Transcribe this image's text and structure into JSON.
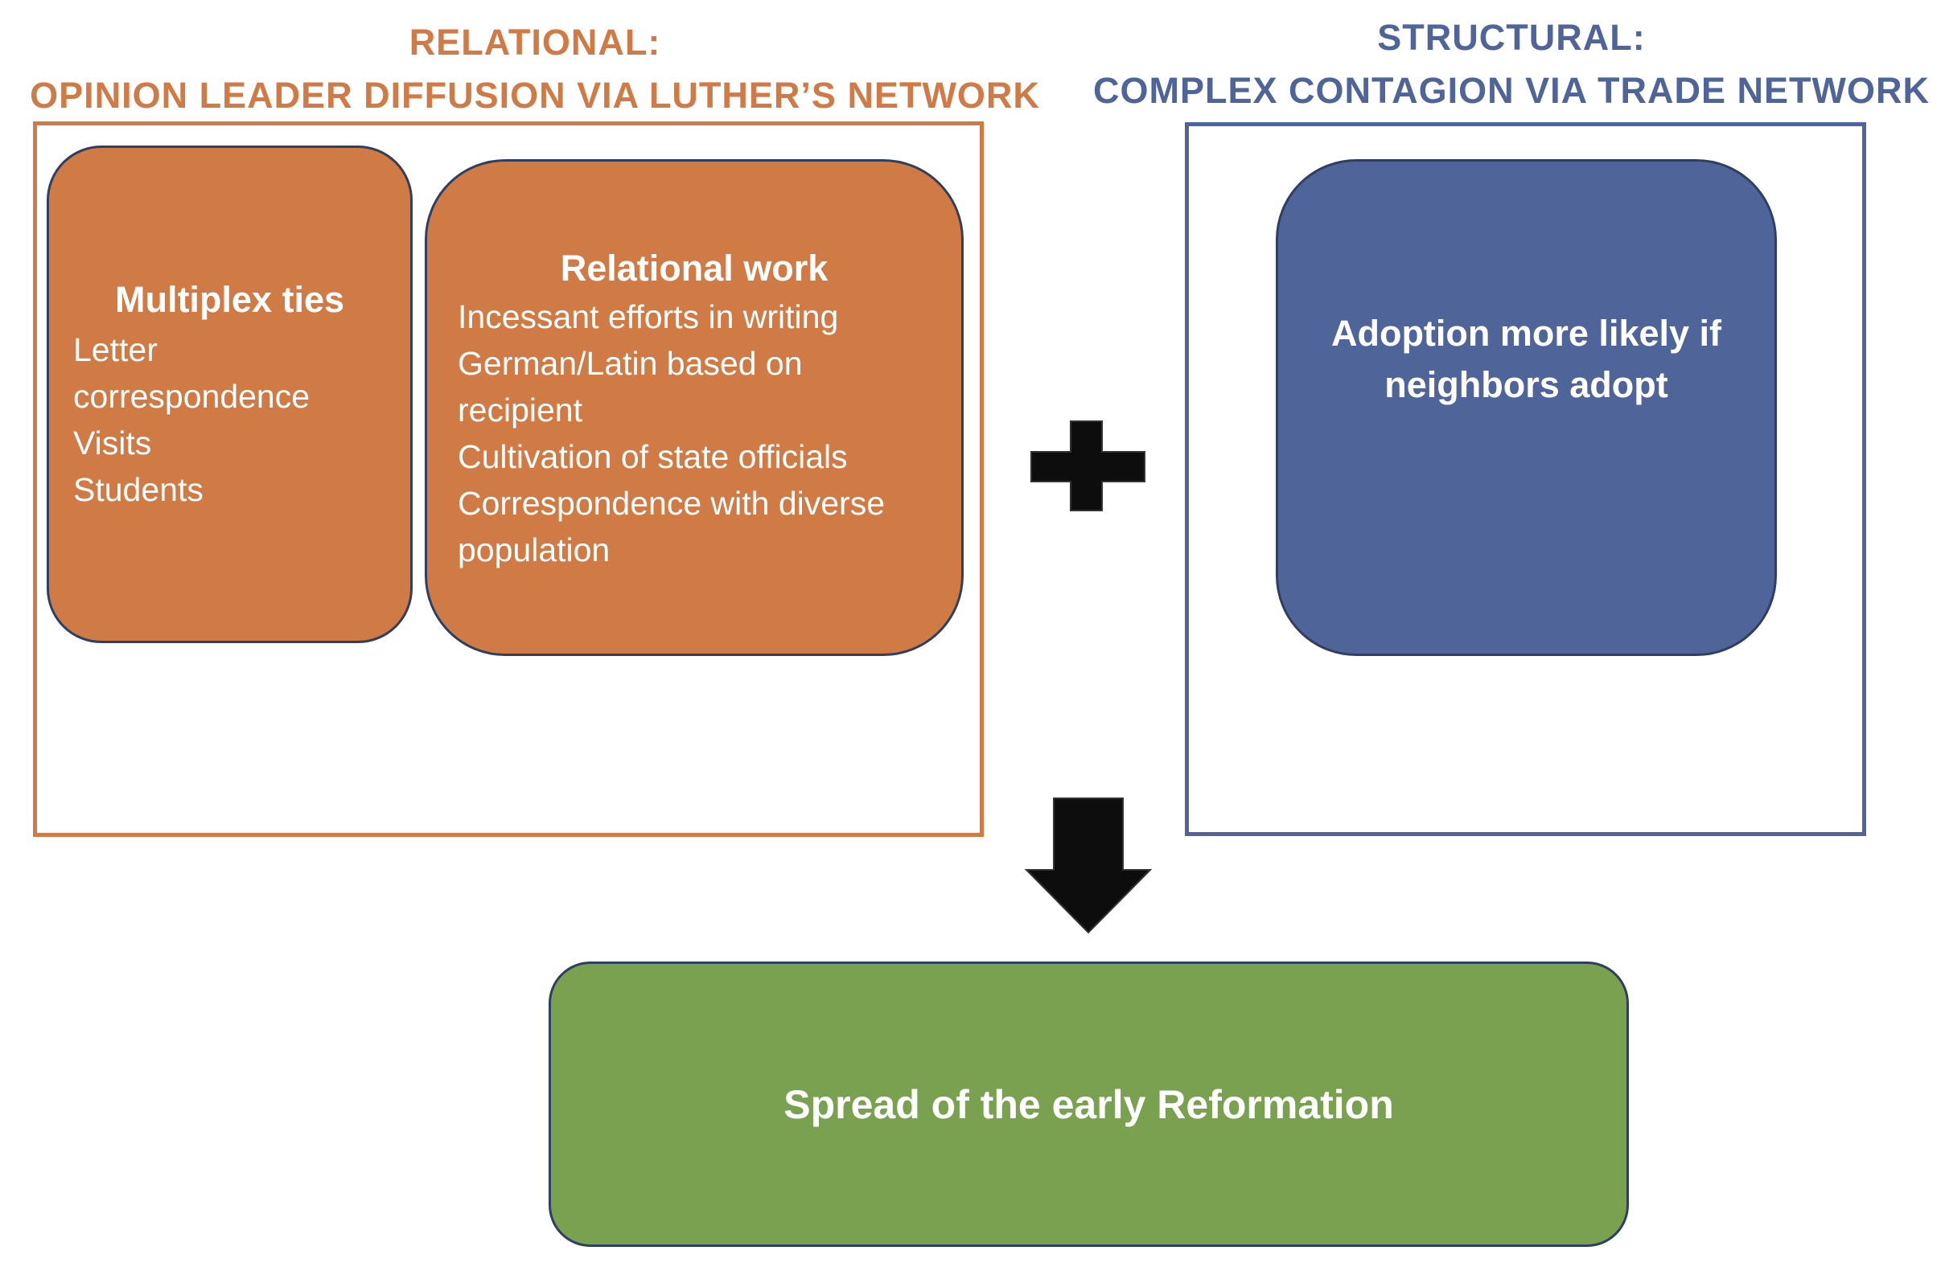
{
  "relational": {
    "heading_line1": "RELATIONAL:",
    "heading_line2": "OPINION LEADER DIFFUSION VIA LUTHER’S NETWORK",
    "color": "#d07a45",
    "multiplex": {
      "title": "Multiplex ties",
      "items": [
        "Letter",
        "correspondence",
        "Visits",
        "Students"
      ]
    },
    "relational_work": {
      "title": "Relational work",
      "items": [
        "Incessant efforts in writing",
        "German/Latin based on",
        "recipient",
        "Cultivation of state officials",
        "Correspondence with diverse",
        "population"
      ]
    }
  },
  "structural": {
    "heading_line1": "STRUCTURAL:",
    "heading_line2": "COMPLEX CONTAGION VIA TRADE NETWORK",
    "color": "#4f6599",
    "adoption_text": "Adoption more likely if neighbors adopt"
  },
  "outcome": {
    "text": "Spread of the early Reformation",
    "color": "#79a150"
  },
  "icons": {
    "combine": "plus-icon",
    "leads_to": "down-arrow-icon"
  }
}
